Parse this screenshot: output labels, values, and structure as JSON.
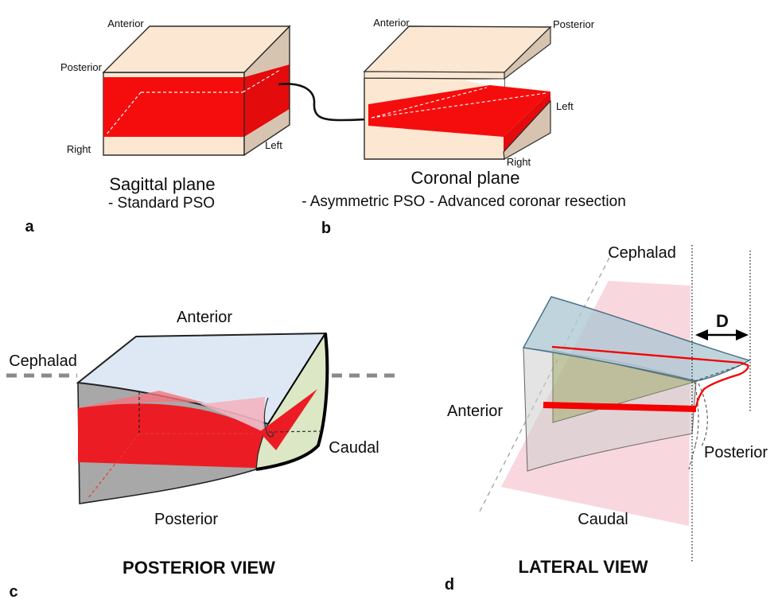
{
  "figure": {
    "colors": {
      "bone": "#FBE7D2",
      "bone_side": "#D6C4B0",
      "resection_red": "#F50D0D",
      "wedge_red": "#EC1C24",
      "superior_blue": "#DEE8F4",
      "lateral_gray": "#A8A8A8",
      "caudal_green": "#DBE7C5",
      "sagittal_plane_pink": "#F8CED8",
      "guide_gray": "#8A8A8A"
    },
    "panels": {
      "a": {
        "letter": "a",
        "labels": {
          "top": "Anterior",
          "upper_left": "Posterior",
          "lower_left": "Right",
          "lower_right": "Left"
        },
        "caption_title": "Sagittal plane",
        "caption_subtitle": "- Standard PSO"
      },
      "b": {
        "letter": "b",
        "labels": {
          "top_left": "Anterior",
          "top_right": "Posterior",
          "right": "Left",
          "bottom_right": "Right"
        },
        "caption_title": "Coronal plane",
        "caption_subtitle": "- Asymmetric PSO - Advanced coronar resection"
      },
      "c": {
        "letter": "c",
        "labels": {
          "left": "Cephalad",
          "top": "Anterior",
          "right": "Caudal",
          "bottom": "Posterior"
        },
        "caption_title": "POSTERIOR VIEW"
      },
      "d": {
        "letter": "d",
        "labels": {
          "top": "Cephalad",
          "left": "Anterior",
          "right": "Posterior",
          "bottom": "Caudal",
          "distance": "D"
        },
        "caption_title": "LATERAL VIEW"
      }
    }
  }
}
